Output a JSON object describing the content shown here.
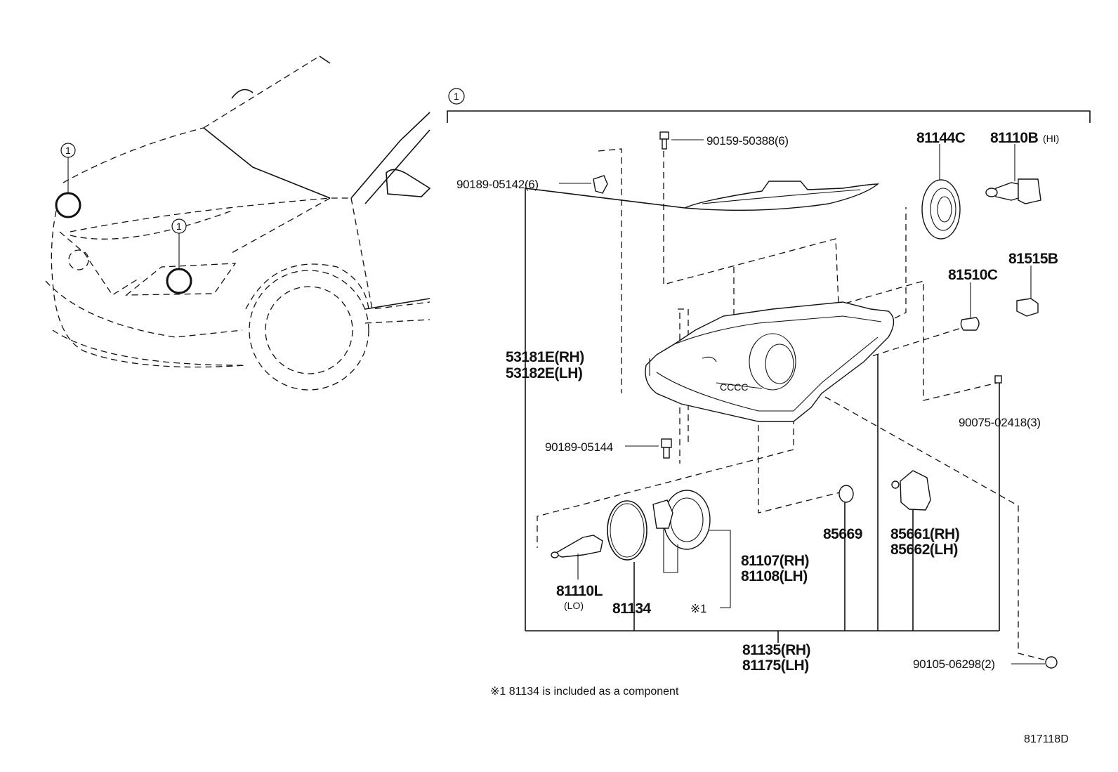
{
  "diagram": {
    "ref_marker": "1",
    "labels": {
      "p90159": "90159-50388(6)",
      "p90189_05142": "90189-05142(6)",
      "p81144C": "81144C",
      "p81110B": "81110B",
      "p81110B_sub": "(HI)",
      "p81510C": "81510C",
      "p81515B": "81515B",
      "p53181E": "53181E(RH)",
      "p53182E": "53182E(LH)",
      "p90075": "90075-02418(3)",
      "p90189_05144": "90189-05144",
      "p85669": "85669",
      "p85661": "85661(RH)",
      "p85662": "85662(LH)",
      "p81107": "81107(RH)",
      "p81108": "81108(LH)",
      "note_ref": "※1",
      "p81110L": "81110L",
      "p81110L_sub": "(LO)",
      "p81134": "81134",
      "p81135": "81135(RH)",
      "p81175": "81175(LH)",
      "p90105": "90105-06298(2)"
    },
    "footnote": "※1 81134 is included as a component",
    "diagram_id": "817118D"
  }
}
